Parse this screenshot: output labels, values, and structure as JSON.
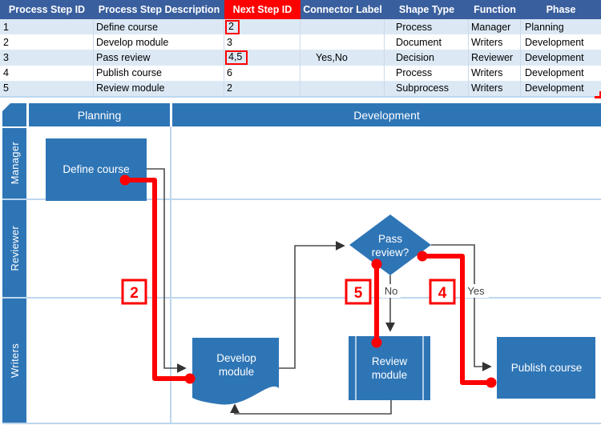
{
  "table": {
    "headers": [
      {
        "label": "Process Step ID",
        "highlighted": false
      },
      {
        "label": "Process Step Description",
        "highlighted": false
      },
      {
        "label": "Next Step ID",
        "highlighted": true
      },
      {
        "label": "Connector Label",
        "highlighted": false
      },
      {
        "label": "Shape Type",
        "highlighted": false
      },
      {
        "label": "Function",
        "highlighted": false
      },
      {
        "label": "Phase",
        "highlighted": false
      }
    ],
    "rows": [
      {
        "id": "1",
        "description": "Define course",
        "next_step": "2",
        "next_step_boxed": true,
        "connector_label": "",
        "shape_type": "Process",
        "function": "Manager",
        "phase": "Planning"
      },
      {
        "id": "2",
        "description": "Develop module",
        "next_step": "3",
        "next_step_boxed": false,
        "connector_label": "",
        "shape_type": "Document",
        "function": "Writers",
        "phase": "Development"
      },
      {
        "id": "3",
        "description": "Pass review",
        "next_step": "4,5",
        "next_step_boxed": true,
        "connector_label": "Yes,No",
        "shape_type": "Decision",
        "function": "Reviewer",
        "phase": "Development"
      },
      {
        "id": "4",
        "description": "Publish course",
        "next_step": "6",
        "next_step_boxed": false,
        "connector_label": "",
        "shape_type": "Process",
        "function": "Writers",
        "phase": "Development"
      },
      {
        "id": "5",
        "description": "Review module",
        "next_step": "2",
        "next_step_boxed": false,
        "connector_label": "",
        "shape_type": "Subprocess",
        "function": "Writers",
        "phase": "Development"
      }
    ]
  },
  "flowchart": {
    "phases": [
      {
        "label": "Planning"
      },
      {
        "label": "Development"
      }
    ],
    "lanes": [
      {
        "label": "Manager"
      },
      {
        "label": "Reviewer"
      },
      {
        "label": "Writers"
      }
    ],
    "shapes": [
      {
        "label": "Define course",
        "type": "Process",
        "lines": [
          "Define course"
        ]
      },
      {
        "label": "Develop module",
        "type": "Document",
        "lines": [
          "Develop",
          "module"
        ]
      },
      {
        "label": "Pass review?",
        "type": "Decision",
        "lines": [
          "Pass",
          "review?"
        ]
      },
      {
        "label": "Review module",
        "type": "Subprocess",
        "lines": [
          "Review",
          "module"
        ]
      },
      {
        "label": "Publish course",
        "type": "Process",
        "lines": [
          "Publish course"
        ]
      }
    ],
    "connector_labels": [
      {
        "label": "No"
      },
      {
        "label": "Yes"
      }
    ],
    "callouts": [
      {
        "label": "2"
      },
      {
        "label": "5"
      },
      {
        "label": "4"
      }
    ]
  },
  "colors": {
    "shape_blue": "#2E75B6",
    "table_header_blue": "#3A5F9E",
    "band_blue": "#DCE9F5",
    "highlight_red": "#FF0000",
    "lane_line_blue": "#BDD7EE",
    "connector_gray": "#4D4D4D"
  }
}
